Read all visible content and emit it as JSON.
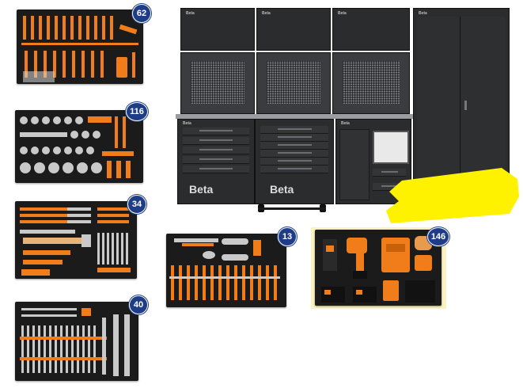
{
  "trays": [
    {
      "id": "screwdrivers",
      "badge": "62"
    },
    {
      "id": "sockets",
      "badge": "116"
    },
    {
      "id": "hammers",
      "badge": "34"
    },
    {
      "id": "wrenches",
      "badge": "40"
    },
    {
      "id": "pliers",
      "badge": "13"
    },
    {
      "id": "power-tools",
      "badge": "146"
    }
  ],
  "workshop": {
    "brand_top": "Beta",
    "brand_drawer": "Beta"
  },
  "colors": {
    "brand_orange": "#f07d1a",
    "badge_blue": "#1f3d86",
    "highlight_yellow": "#fff200",
    "cabinet_dark": "#2a2c2e"
  }
}
